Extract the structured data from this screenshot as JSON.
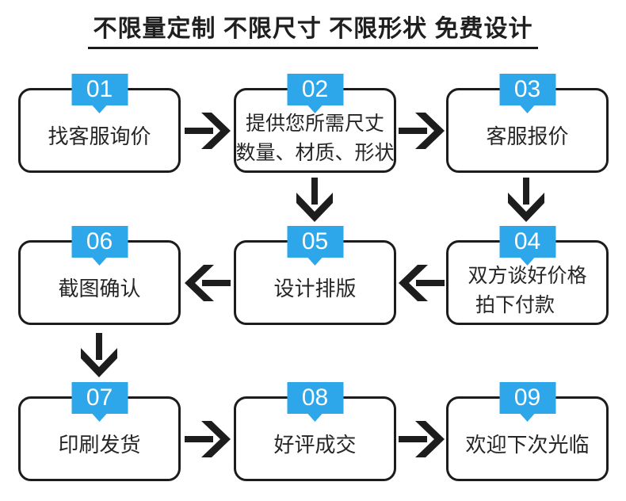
{
  "title": "不限量定制 不限尺寸 不限形状 免费设计",
  "colors": {
    "accent": "#2ea7ea",
    "ink": "#1d1d1d"
  },
  "steps": [
    {
      "num": "01",
      "lines": [
        "找客服询价"
      ]
    },
    {
      "num": "02",
      "lines": [
        "提供您所需尺丈",
        "数量、材质、形状"
      ]
    },
    {
      "num": "03",
      "lines": [
        "客服报价"
      ]
    },
    {
      "num": "04",
      "lines": [
        "双方谈好价格",
        "拍下付款"
      ]
    },
    {
      "num": "05",
      "lines": [
        "设计排版"
      ]
    },
    {
      "num": "06",
      "lines": [
        "截图确认"
      ]
    },
    {
      "num": "07",
      "lines": [
        "印刷发货"
      ]
    },
    {
      "num": "08",
      "lines": [
        "好评成交"
      ]
    },
    {
      "num": "09",
      "lines": [
        "欢迎下次光临"
      ]
    }
  ]
}
